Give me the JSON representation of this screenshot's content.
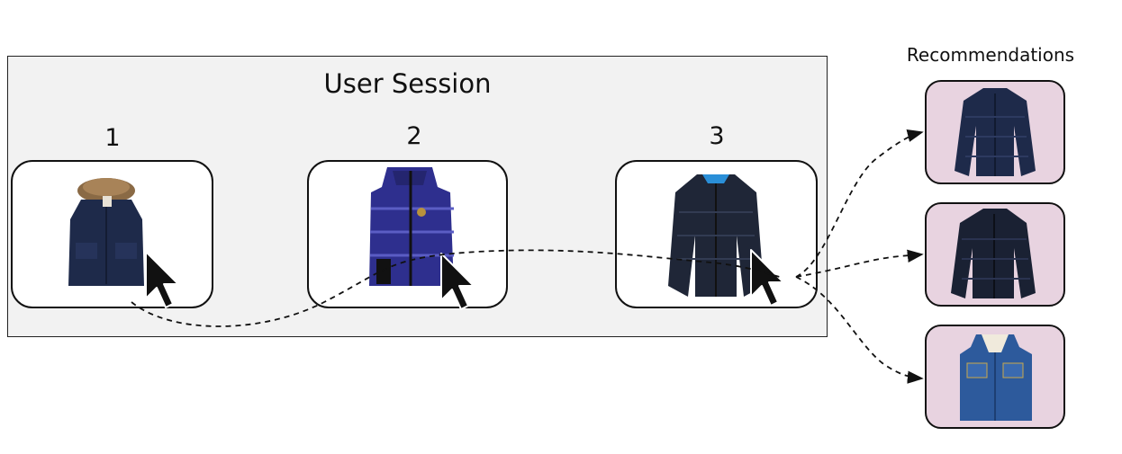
{
  "session": {
    "title": "User Session",
    "steps": [
      {
        "number": "1",
        "item": "navy-parka-with-fur-hood",
        "cursor": "arrow-cursor-icon"
      },
      {
        "number": "2",
        "item": "blue-puffer-vest",
        "cursor": "arrow-cursor-icon"
      },
      {
        "number": "3",
        "item": "navy-quilted-jacket",
        "cursor": "arrow-cursor-icon"
      }
    ]
  },
  "recommendations": {
    "title": "Recommendations",
    "items": [
      {
        "item": "navy-quilted-shirt-jacket"
      },
      {
        "item": "dark-navy-puffer-jacket"
      },
      {
        "item": "denim-vest"
      }
    ],
    "background_color": "#e8d3e0"
  },
  "colors": {
    "session_background": "#f2f2f2",
    "navy": "#1e2a4a",
    "royal_blue": "#2e2f8e",
    "denim": "#2d5a9c"
  }
}
